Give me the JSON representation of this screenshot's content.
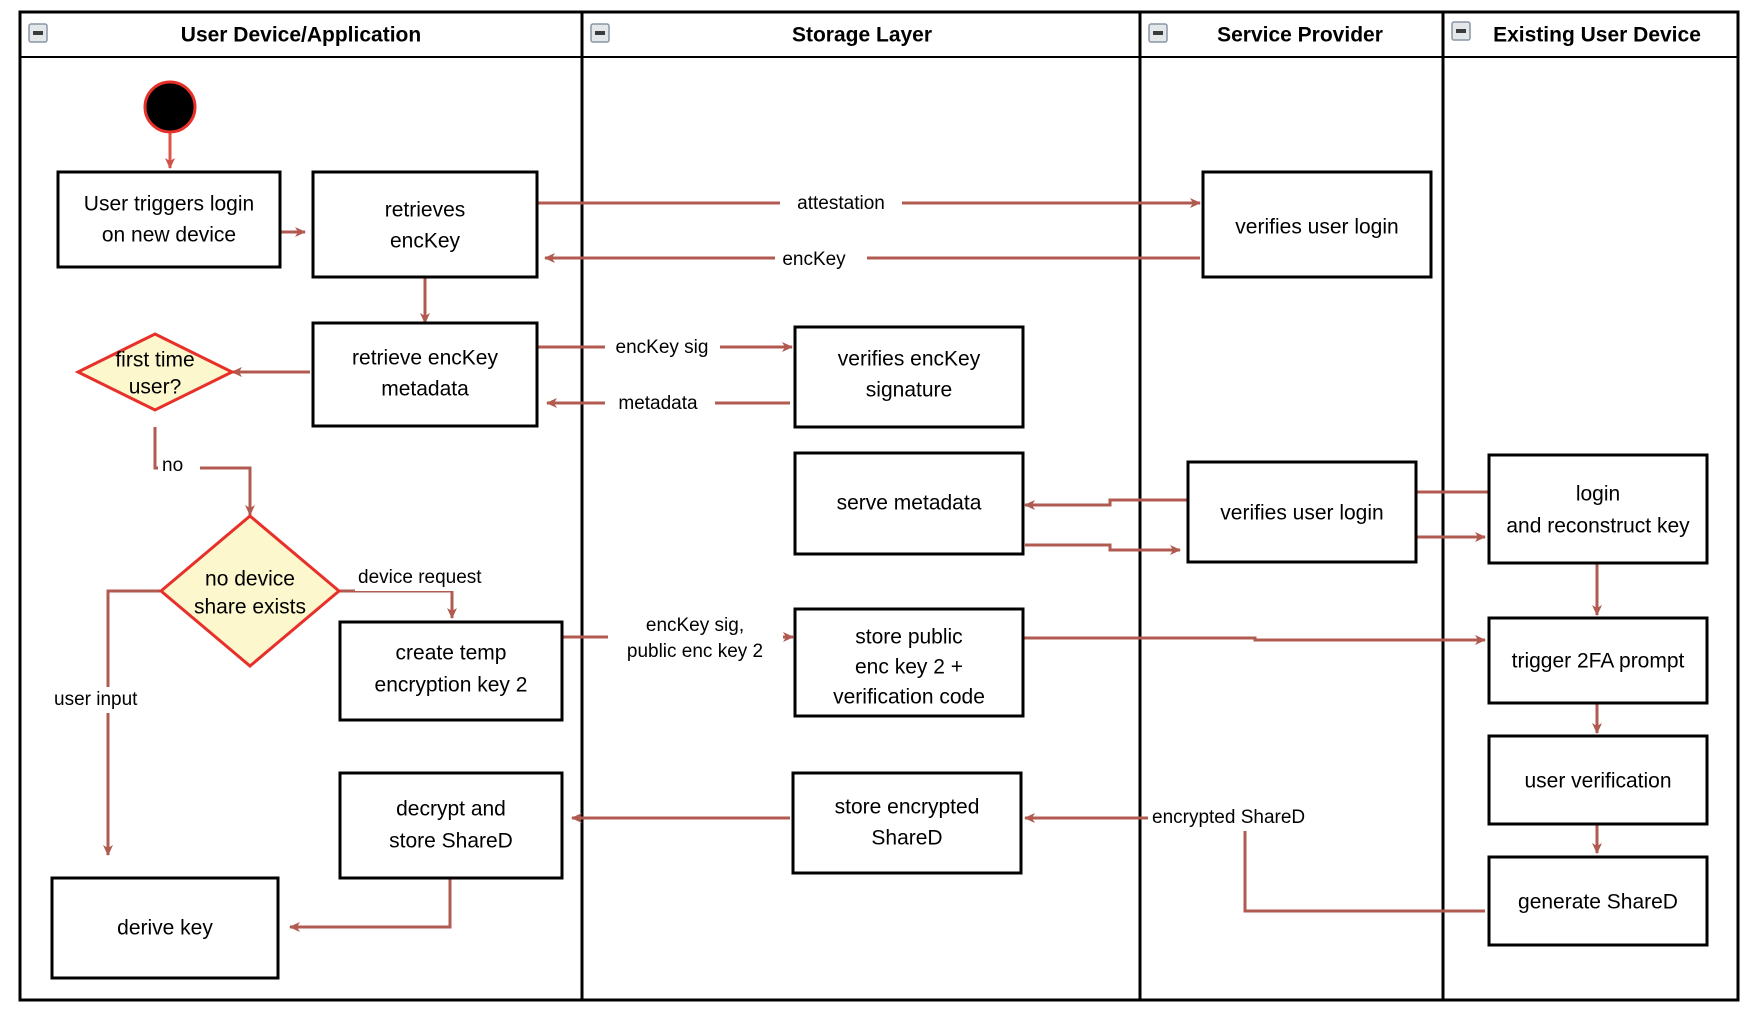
{
  "diagram": {
    "type": "uml-activity-swimlane",
    "title": "",
    "colors": {
      "flow_arrow": "#b05a50",
      "decision_fill": "#fdf7cd",
      "decision_stroke": "#e8302a",
      "box_stroke": "#000000",
      "background": "#ffffff"
    }
  },
  "lanes": [
    {
      "id": "user-device",
      "label": "User Device/Application",
      "collapse_icon": "minimize-icon"
    },
    {
      "id": "storage-layer",
      "label": "Storage Layer",
      "collapse_icon": "minimize-icon"
    },
    {
      "id": "service-provider",
      "label": "Service Provider",
      "collapse_icon": "minimize-icon"
    },
    {
      "id": "existing-user-device",
      "label": "Existing User Device",
      "collapse_icon": "minimize-icon"
    }
  ],
  "nodes": {
    "start": {
      "kind": "initial-node",
      "label": ""
    },
    "user_triggers_login": {
      "kind": "action",
      "line1": "User triggers login",
      "line2": "on new device"
    },
    "retrieves_enckey": {
      "kind": "action",
      "line1": "retrieves",
      "line2": "encKey"
    },
    "retrieve_enckey_metadata": {
      "kind": "action",
      "line1": "retrieve encKey",
      "line2": "metadata"
    },
    "first_time_user": {
      "kind": "decision",
      "line1": "first time",
      "line2": "user?"
    },
    "no_device_share_exists": {
      "kind": "decision",
      "line1": "no device",
      "line2": "share exists"
    },
    "create_temp_encryption_key_2": {
      "kind": "action",
      "line1": "create temp",
      "line2": "encryption key 2"
    },
    "decrypt_and_store_shared": {
      "kind": "action",
      "line1": "decrypt and",
      "line2": "store ShareD"
    },
    "derive_key": {
      "kind": "action",
      "line1": "derive key",
      "line2": ""
    },
    "verifies_enckey_signature": {
      "kind": "action",
      "line1": "verifies encKey",
      "line2": "signature"
    },
    "serve_metadata": {
      "kind": "action",
      "line1": "serve metadata",
      "line2": ""
    },
    "store_public_enc_key_2": {
      "kind": "action",
      "line1": "store public",
      "line2": "enc key 2 +",
      "line3": "verification code"
    },
    "store_encrypted_shared": {
      "kind": "action",
      "line1": "store encrypted",
      "line2": "ShareD"
    },
    "verifies_user_login_top": {
      "kind": "action",
      "line1": "verifies user login",
      "line2": ""
    },
    "verifies_user_login_mid": {
      "kind": "action",
      "line1": "verifies user login",
      "line2": ""
    },
    "login_and_reconstruct_key": {
      "kind": "action",
      "line1": "login",
      "line2": "and reconstruct key"
    },
    "trigger_2fa_prompt": {
      "kind": "action",
      "line1": "trigger 2FA prompt",
      "line2": ""
    },
    "user_verification": {
      "kind": "action",
      "line1": "user verification",
      "line2": ""
    },
    "generate_shared": {
      "kind": "action",
      "line1": "generate ShareD",
      "line2": ""
    }
  },
  "edge_labels": {
    "attestation": "attestation",
    "enckey": "encKey",
    "enckey_sig": "encKey sig",
    "metadata": "metadata",
    "no": "no",
    "device_request": "device request",
    "user_input": "user input",
    "enckey_sig_public_enc_key_2_line1": "encKey sig,",
    "enckey_sig_public_enc_key_2_line2": "public enc key 2",
    "encrypted_shared": "encrypted ShareD"
  }
}
